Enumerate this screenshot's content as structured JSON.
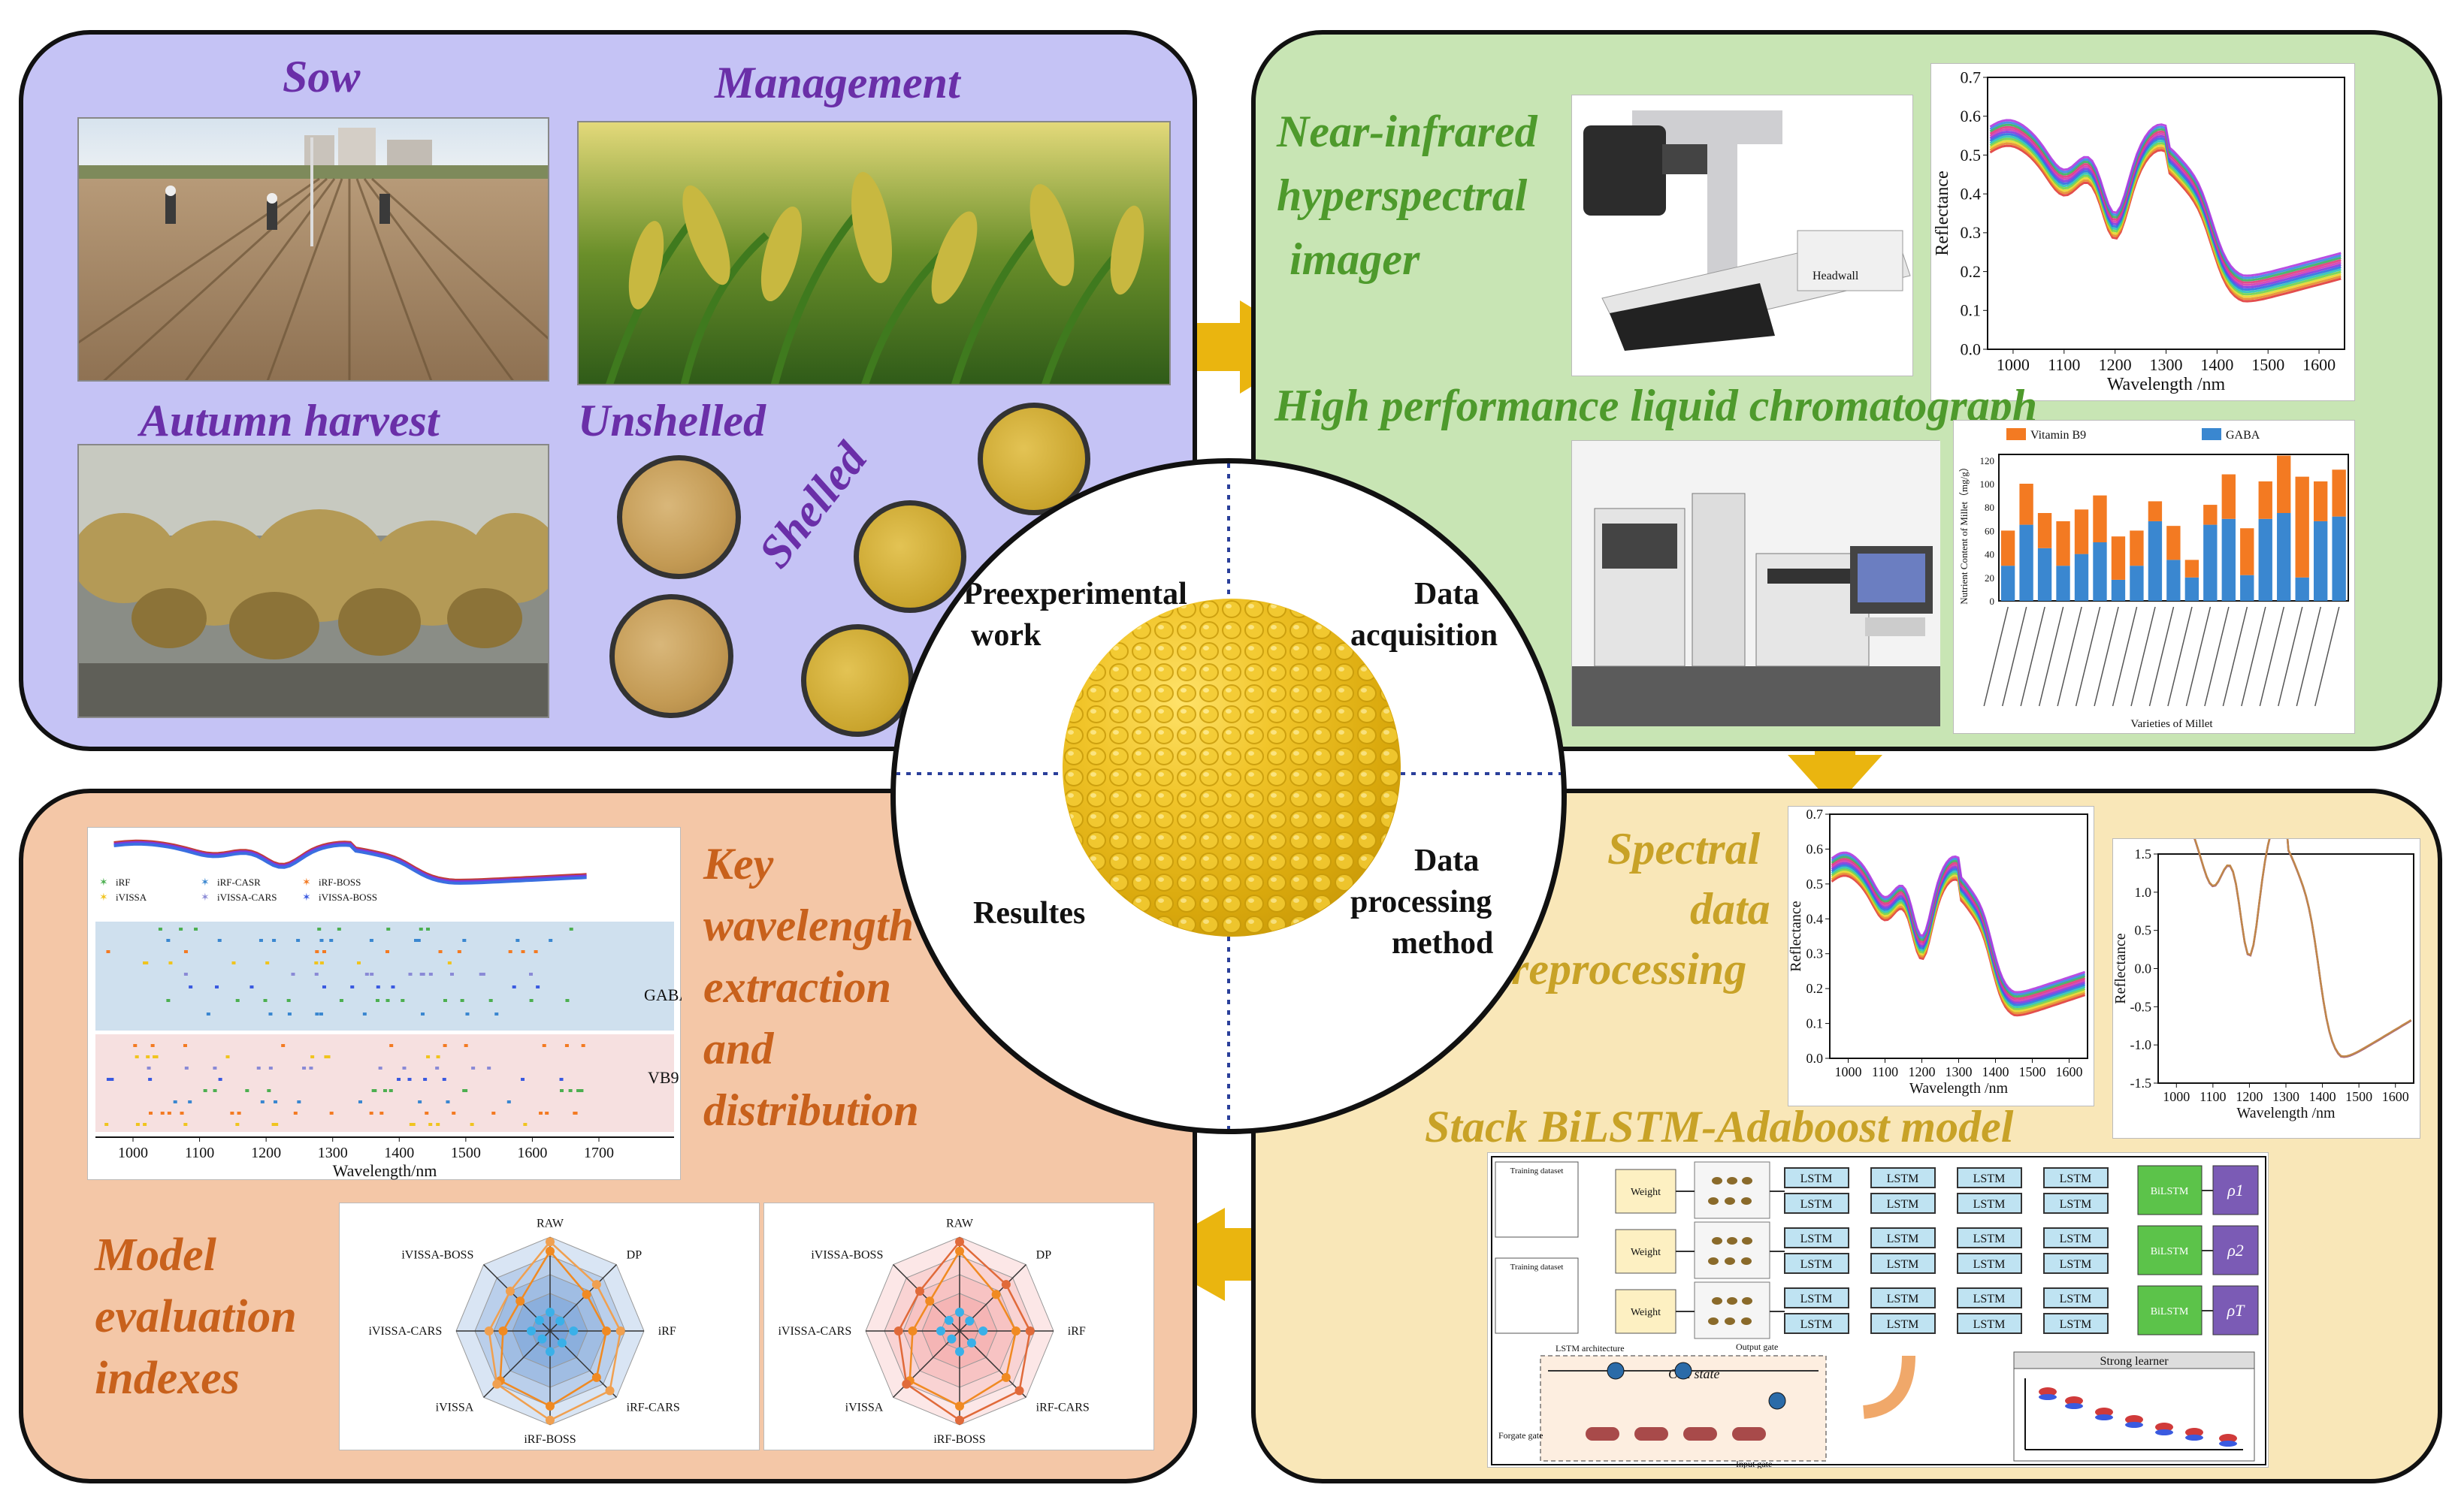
{
  "colors": {
    "purple_panel": "#c5c3f5",
    "green_panel": "#c8e5b4",
    "orange_panel": "#f4c7a7",
    "yellow_panel": "#f9e7b8",
    "purple_text": "#6a2fa8",
    "green_text": "#4e9a2c",
    "orange_text": "#c8611c",
    "gold_text": "#c8a227",
    "arrow": "#eab50f"
  },
  "preexperimental": {
    "sow": "Sow",
    "management": "Management",
    "autumn_harvest": "Autumn harvest",
    "unshelled": "Unshelled",
    "shelled": "Shelled"
  },
  "acquisition": {
    "nir_line1": "Near-infrared",
    "nir_line2": "hyperspectral",
    "nir_line3": "imager",
    "hplc": "High performance liquid chromatograph",
    "spectrum_chart": {
      "ylabel": "Reflectance",
      "xlabel": "Wavelength /nm",
      "xticks": [
        "1000",
        "1100",
        "1200",
        "1300",
        "1400",
        "1500",
        "1600"
      ],
      "yticks": [
        "0.0",
        "0.1",
        "0.2",
        "0.3",
        "0.4",
        "0.5",
        "0.6",
        "0.7"
      ]
    },
    "bar_chart": {
      "ylabel": "Nutrient Content of Millet（mg/g）",
      "xlabel": "Varieties of Millet",
      "legend_a": "Vitamin B9",
      "legend_b": "GABA",
      "yticks": [
        "0",
        "20",
        "40",
        "60",
        "80",
        "100",
        "120"
      ]
    }
  },
  "center": {
    "q1": "Preexperimental",
    "q1b": "work",
    "q2": "Data",
    "q2b": "acquisition",
    "q3": "Resultes",
    "q4": "Data",
    "q4b": "processing",
    "q4c": "method"
  },
  "results": {
    "key_l1": "Key",
    "key_l2": "wavelength",
    "key_l3": "extraction",
    "key_l4": "and",
    "key_l5": "distribution",
    "model_l1": "Model",
    "model_l2": "evaluation",
    "model_l3": "indexes",
    "legend": [
      "iRF",
      "iRF-CASR",
      "iRF-BOSS",
      "iVISSA",
      "iVISSA-CARS",
      "iVISSA-BOSS"
    ],
    "gaba": "GABA",
    "vb9": "VB9",
    "wl_xlabel": "Wavelength/nm",
    "wl_xticks": [
      "1000",
      "1100",
      "1200",
      "1300",
      "1400",
      "1500",
      "1600",
      "1700"
    ],
    "radar_axes": [
      "RAW",
      "DP",
      "iRF",
      "iRF-CARS",
      "iRF-BOSS",
      "iVISSA",
      "iVISSA-CARS",
      "iVISSA-BOSS"
    ]
  },
  "processing": {
    "spectral_l1": "Spectral",
    "spectral_l2": "data",
    "spectral_l3": "preprocessing",
    "stack": "Stack BiLSTM-Adaboost model",
    "chart1": {
      "ylabel": "Reflectance",
      "xlabel": "Wavelength /nm",
      "xticks": [
        "1000",
        "1100",
        "1200",
        "1300",
        "1400",
        "1500",
        "1600"
      ],
      "yticks": [
        "0.0",
        "0.1",
        "0.2",
        "0.3",
        "0.4",
        "0.5",
        "0.6",
        "0.7"
      ]
    },
    "chart2": {
      "ylabel": "Reflectance",
      "xlabel": "Wavelength /nm",
      "xticks": [
        "1000",
        "1100",
        "1200",
        "1300",
        "1400",
        "1500",
        "1600"
      ],
      "yticks": [
        "-1.5",
        "-1.0",
        "-0.5",
        "0.0",
        "0.5",
        "1.0",
        "1.5"
      ]
    },
    "model": {
      "training_set": "Training dataset",
      "weight": "Weight",
      "lstm": "LSTM",
      "bilstm": "BiLSTM",
      "rho1": "ρ1",
      "rho2": "ρ2",
      "rhoT": "ρT",
      "cell_state": "Cell state",
      "forget_gate": "Forgate gate",
      "input_gate": "Input gate",
      "output_gate": "Output gate",
      "lstm_arch": "LSTM architecture",
      "strong_learner": "Strong learner"
    }
  }
}
